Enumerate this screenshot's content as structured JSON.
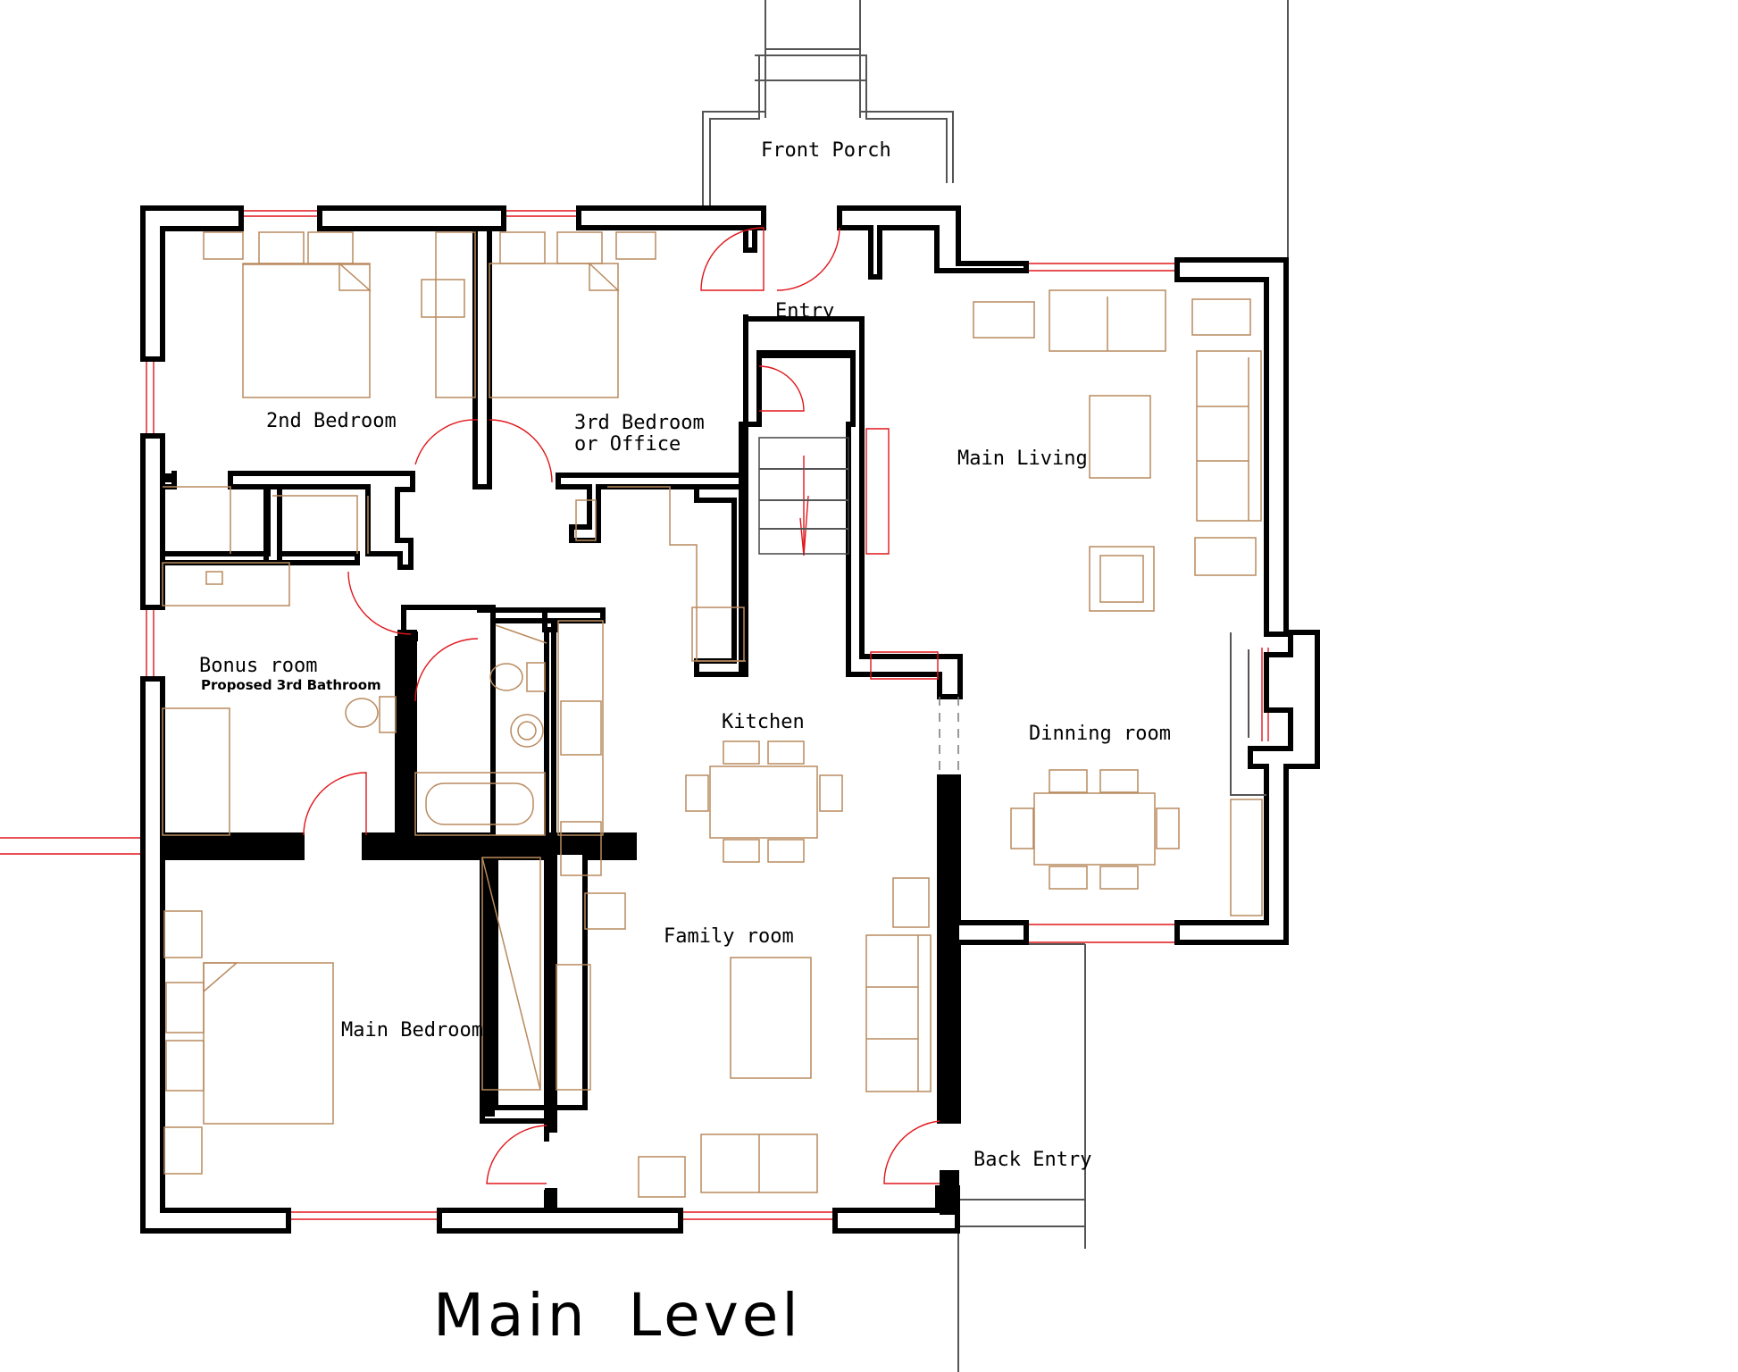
{
  "drawing": {
    "title": "Main Level"
  },
  "rooms": {
    "front_porch": "Front Porch",
    "entry": "Entry",
    "second_bedroom": "2nd Bedroom",
    "third_bedroom_line1": "3rd Bedroom",
    "third_bedroom_line2": "or Office",
    "main_living": "Main Living",
    "bonus_room": "Bonus room",
    "bonus_room_note": "Proposed 3rd Bathroom",
    "kitchen": "Kitchen",
    "dinning_room": "Dinning room",
    "family_room": "Family room",
    "main_bedroom": "Main Bedroom",
    "back_entry": "Back Entry"
  },
  "colors": {
    "walls": "#000000",
    "windows_doors": "#e0161b",
    "furniture": "#b98a5e",
    "site_lines": "#555555"
  }
}
